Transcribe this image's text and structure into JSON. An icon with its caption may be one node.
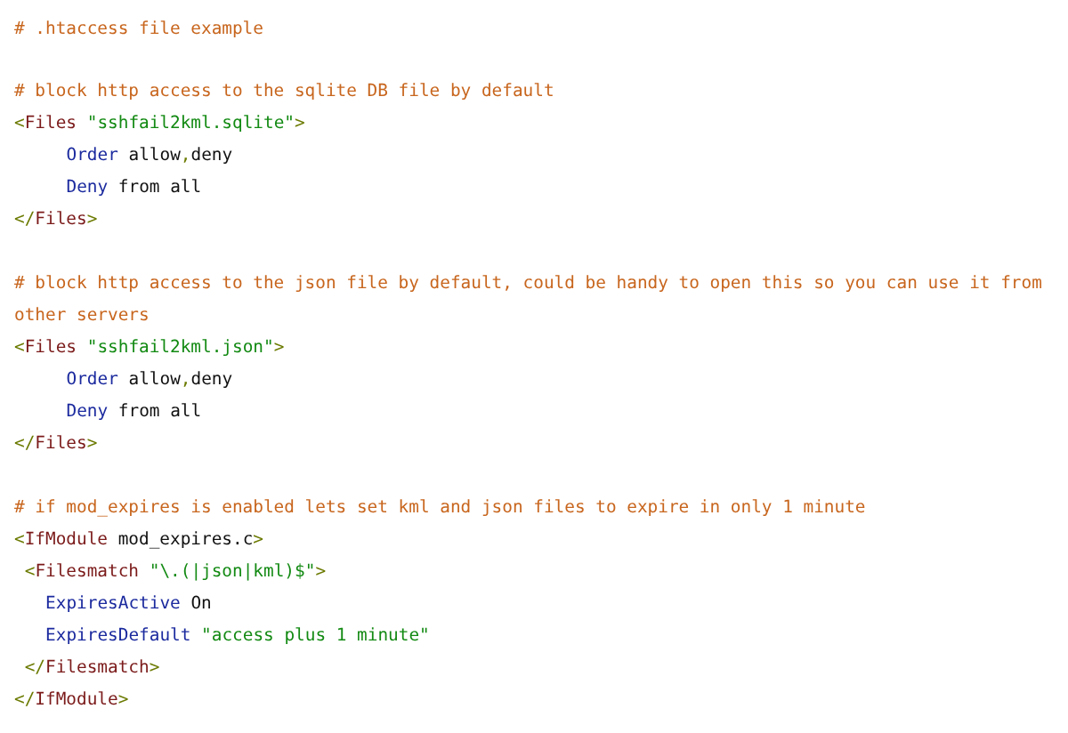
{
  "diagram": {
    "labels": [
      "# .htaccess file example",
      "# block http access to the sqlite DB file by default",
      "<Files \"sshfail2kml.sqlite\">",
      "Order allow,deny",
      "Deny from all",
      "</Files>",
      "# block http access to the json file by default, could be handy to open this so you can use it from other servers",
      "<Files \"sshfail2kml.json\">",
      "Order allow,deny",
      "Deny from all",
      "</Files>",
      "# if mod_expires is enabled lets set kml and json files to expire in only 1 minute",
      "<IfModule mod_expires.c>",
      "<Filesmatch \"\\.(|json|kml)$\">",
      "ExpiresActive On",
      "ExpiresDefault \"access plus 1 minute\"",
      "</Filesmatch>",
      "</IfModule>"
    ]
  }
}
